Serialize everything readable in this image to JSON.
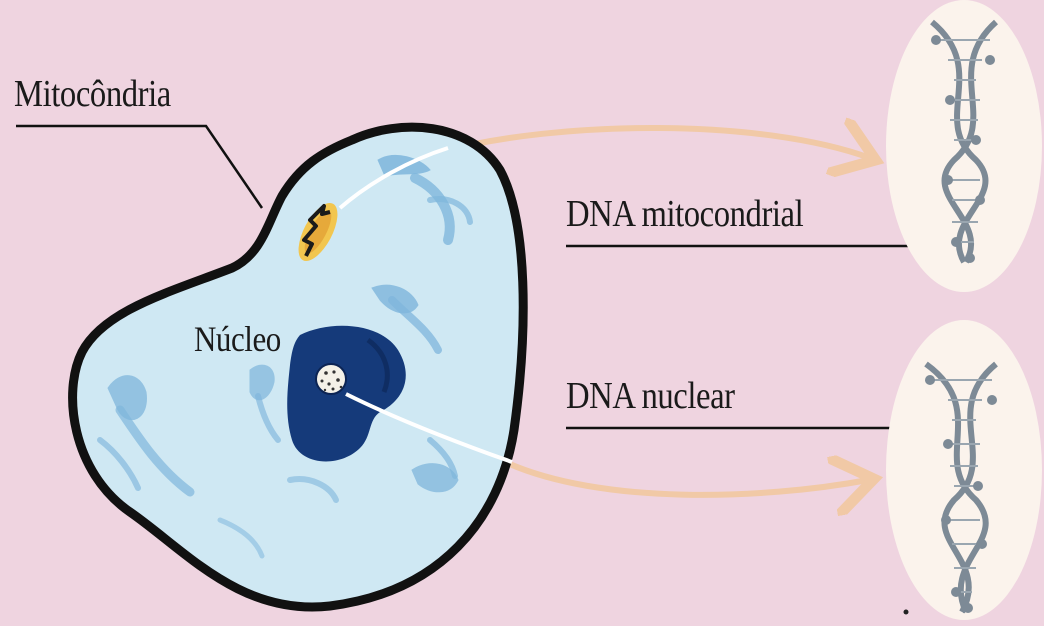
{
  "labels": {
    "mitochondria": "Mitocôndria",
    "nucleus": "Núcleo",
    "mitochondrial_dna": "DNA mitocondrial",
    "nuclear_dna": "DNA nuclear"
  },
  "colors": {
    "background": "#efd4e0",
    "cytoplasm": "#cfe8f3",
    "cell_membrane": "#111111",
    "nucleus": "#153a7a",
    "organelles": "#7fb6dc",
    "mitochondrion": "#f2c64f",
    "arrow": "#f1c9a6",
    "dna_oval": "#fbf3ec",
    "dna_helix": "#7d8a96"
  },
  "icons": [
    "cell-diagram",
    "nucleus-shape",
    "mitochondrion-icon",
    "dna-double-helix-icon"
  ]
}
